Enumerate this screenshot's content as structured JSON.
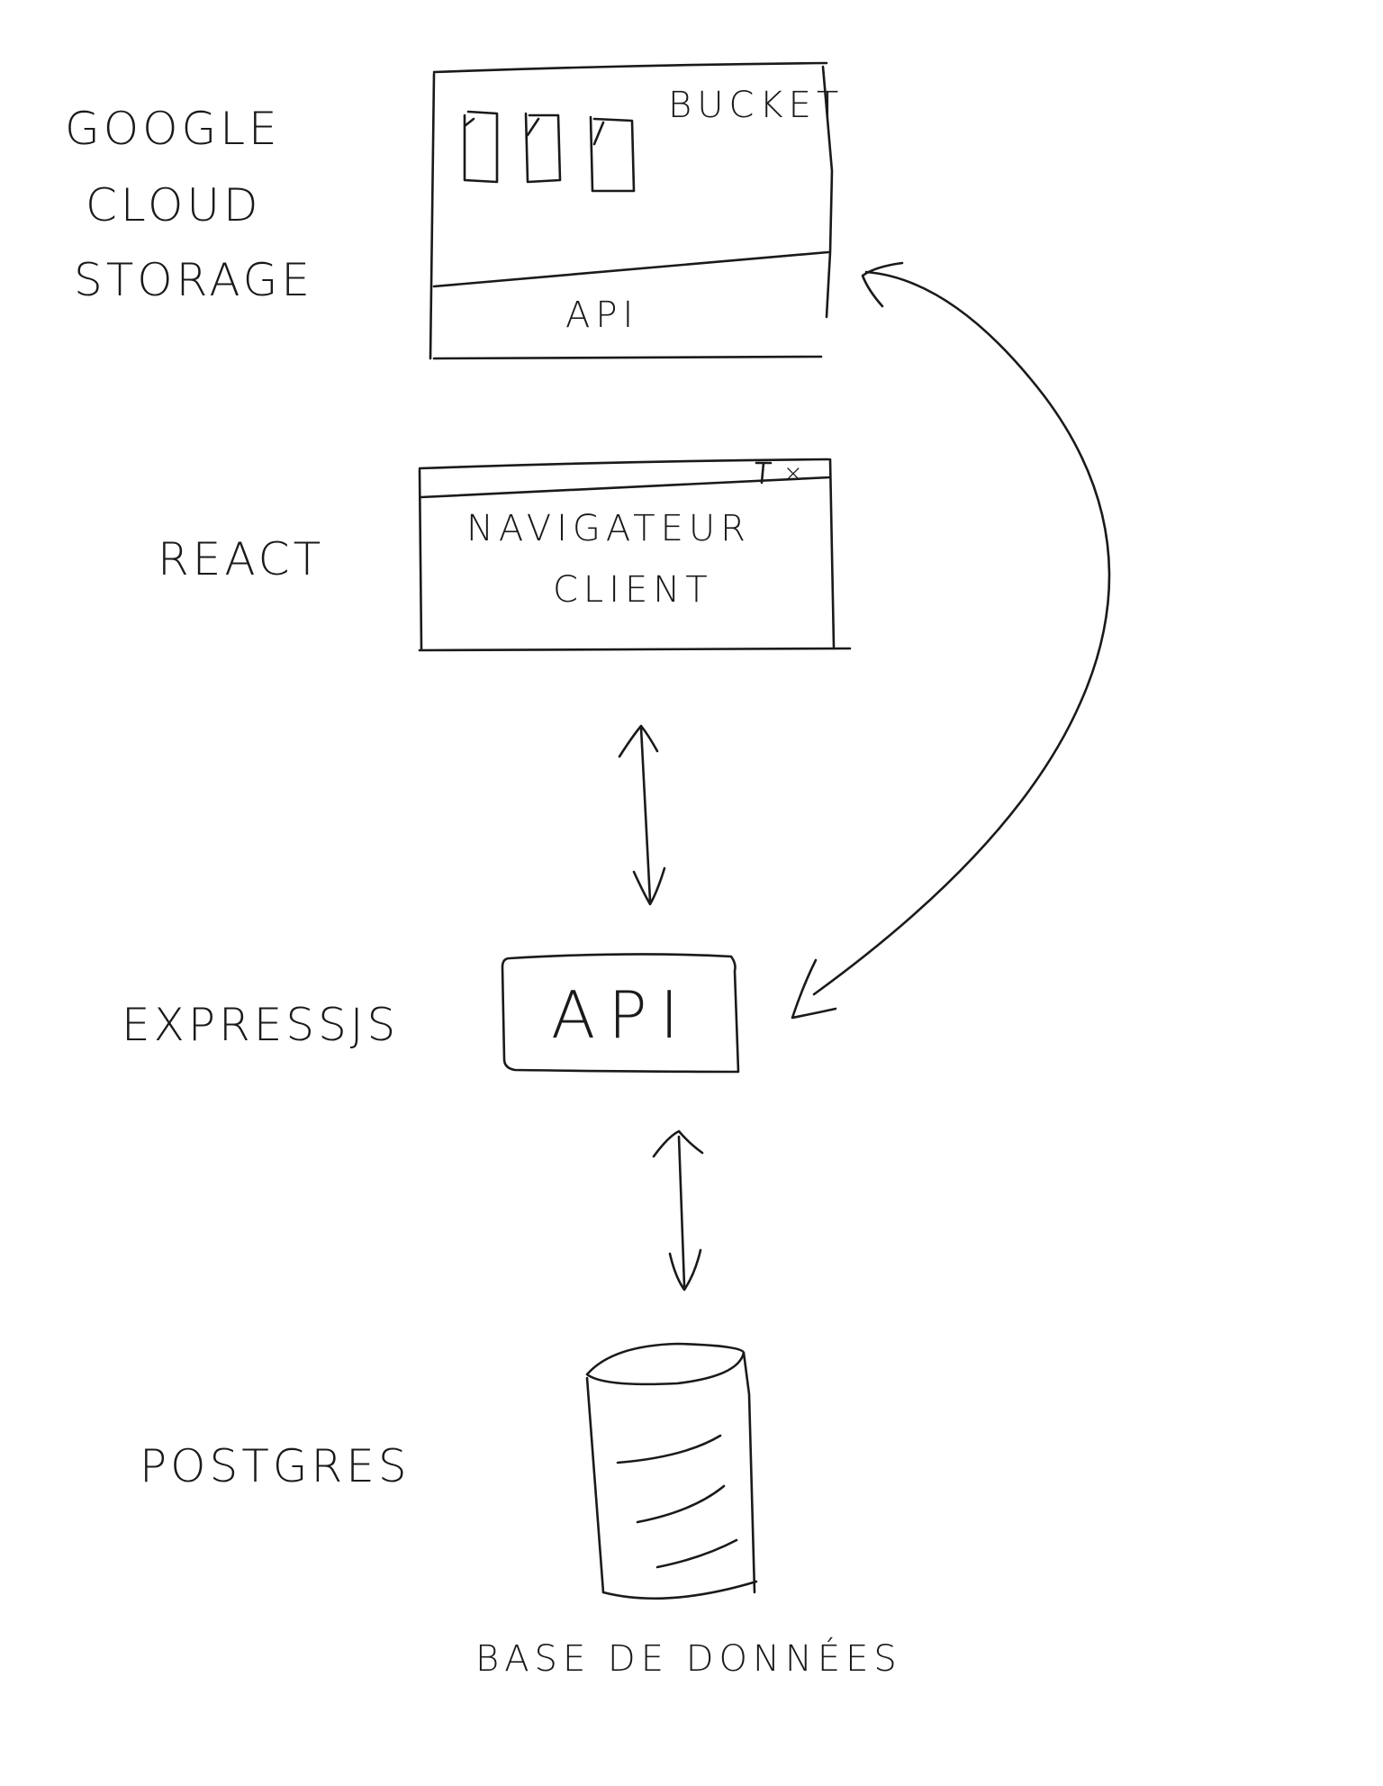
{
  "tiers": {
    "storage": {
      "lines": [
        "GOOGLE",
        "CLOUD",
        "STORAGE"
      ]
    },
    "frontend": {
      "label": "REACT"
    },
    "backend": {
      "label": "EXPRESSJS"
    },
    "database": {
      "label": "POSTGRES"
    }
  },
  "nodes": {
    "storage_box": {
      "bucket_label": "BUCKET",
      "api_label": "API",
      "file_count": 3
    },
    "browser_window": {
      "line1": "NAVIGATEUR",
      "line2": "CLIENT",
      "close_glyph": "×"
    },
    "api_box": {
      "label": "API"
    },
    "database_cylinder": {
      "caption": "BASE DE DONNÉES"
    }
  },
  "connections": [
    {
      "from": "browser_window",
      "to": "api_box",
      "kind": "bidirectional"
    },
    {
      "from": "api_box",
      "to": "database_cylinder",
      "kind": "bidirectional"
    },
    {
      "from": "api_box",
      "to": "storage_box",
      "kind": "bidirectional-curved"
    }
  ]
}
